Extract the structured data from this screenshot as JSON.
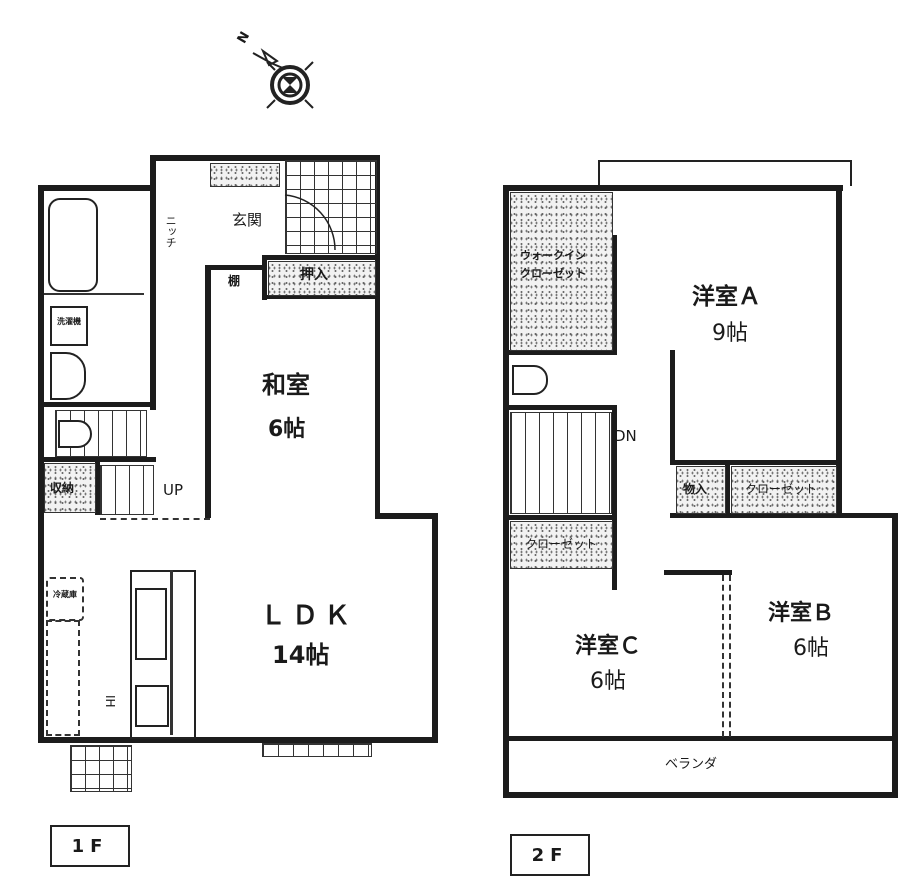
{
  "compass": {
    "label": "N",
    "icon": "north-arrow-icon"
  },
  "floors": [
    {
      "tag": "1F",
      "rooms": {
        "entrance": "玄関",
        "shoe_storage": "ニッチ",
        "shelf": "棚",
        "closet": "押入",
        "japanese_room_name": "和室",
        "japanese_room_size": "6帖",
        "storage": "収納",
        "stairs_up": "UP",
        "ldk_name": "ＬＤＫ",
        "ldk_size": "14帖",
        "ih_label": "IH",
        "washer": "洗濯機",
        "fridge": "冷蔵庫"
      }
    },
    {
      "tag": "2F",
      "rooms": {
        "walk_in_closet_line1": "ウォークイン",
        "walk_in_closet_line2": "クローゼット",
        "room_a_name": "洋室Ａ",
        "room_a_size": "9帖",
        "stairs_down": "DN",
        "storeroom": "物入",
        "closet_a": "クローゼット",
        "closet_c": "クローゼット",
        "room_b_name": "洋室Ｂ",
        "room_b_size": "6帖",
        "room_c_name": "洋室Ｃ",
        "room_c_size": "6帖",
        "veranda": "ベランダ"
      }
    }
  ]
}
